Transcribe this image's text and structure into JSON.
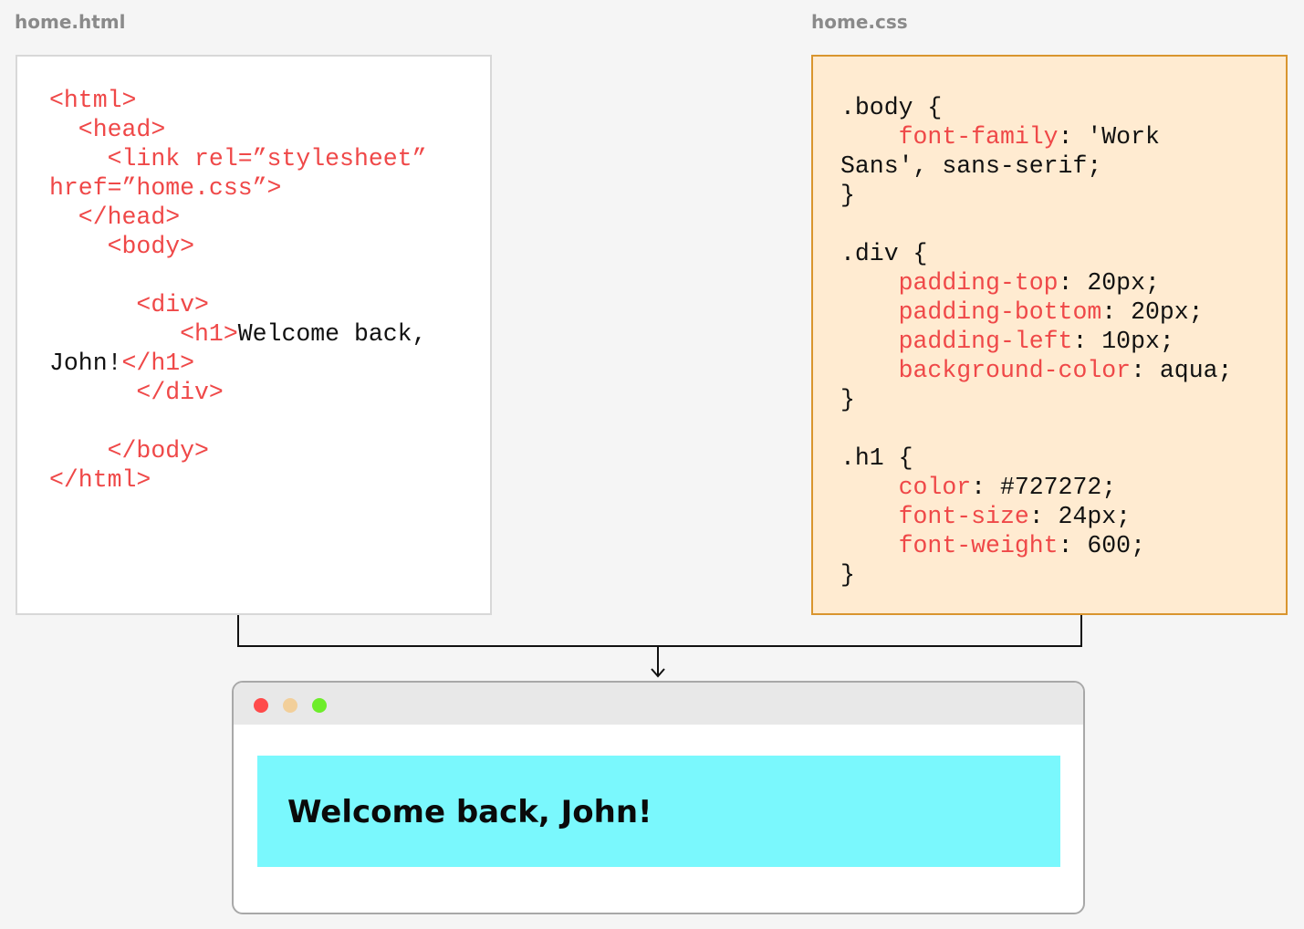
{
  "html_file": {
    "name": "home.html",
    "lines": [
      [
        {
          "t": "<html>",
          "k": "tag"
        }
      ],
      [
        {
          "t": "  <head>",
          "k": "tag"
        }
      ],
      [
        {
          "t": "    <link rel=”stylesheet”",
          "k": "tag"
        }
      ],
      [
        {
          "t": "href=”home.css”>",
          "k": "tag"
        }
      ],
      [
        {
          "t": "  </head>",
          "k": "tag"
        }
      ],
      [
        {
          "t": "    <body>",
          "k": "tag"
        }
      ],
      [
        {
          "t": "",
          "k": "plain"
        }
      ],
      [
        {
          "t": "      <div>",
          "k": "tag"
        }
      ],
      [
        {
          "t": "         <h1>",
          "k": "tag"
        },
        {
          "t": "Welcome back,",
          "k": "plain"
        }
      ],
      [
        {
          "t": "John!",
          "k": "plain"
        },
        {
          "t": "</h1>",
          "k": "tag"
        }
      ],
      [
        {
          "t": "      </div>",
          "k": "tag"
        }
      ],
      [
        {
          "t": "",
          "k": "plain"
        }
      ],
      [
        {
          "t": "    </body>",
          "k": "tag"
        }
      ],
      [
        {
          "t": "</html>",
          "k": "tag"
        }
      ]
    ]
  },
  "css_file": {
    "name": "home.css",
    "lines": [
      [
        {
          "t": ".body {",
          "k": "plain"
        }
      ],
      [
        {
          "t": "    ",
          "k": "plain"
        },
        {
          "t": "font-family",
          "k": "prop"
        },
        {
          "t": ": 'Work",
          "k": "plain"
        }
      ],
      [
        {
          "t": "Sans', sans-serif;",
          "k": "plain"
        }
      ],
      [
        {
          "t": "}",
          "k": "plain"
        }
      ],
      [
        {
          "t": "",
          "k": "plain"
        }
      ],
      [
        {
          "t": ".div {",
          "k": "plain"
        }
      ],
      [
        {
          "t": "    ",
          "k": "plain"
        },
        {
          "t": "padding-top",
          "k": "prop"
        },
        {
          "t": ": 20px;",
          "k": "plain"
        }
      ],
      [
        {
          "t": "    ",
          "k": "plain"
        },
        {
          "t": "padding-bottom",
          "k": "prop"
        },
        {
          "t": ": 20px;",
          "k": "plain"
        }
      ],
      [
        {
          "t": "    ",
          "k": "plain"
        },
        {
          "t": "padding-left",
          "k": "prop"
        },
        {
          "t": ": 10px;",
          "k": "plain"
        }
      ],
      [
        {
          "t": "    ",
          "k": "plain"
        },
        {
          "t": "background-color",
          "k": "prop"
        },
        {
          "t": ": aqua;",
          "k": "plain"
        }
      ],
      [
        {
          "t": "}",
          "k": "plain"
        }
      ],
      [
        {
          "t": "",
          "k": "plain"
        }
      ],
      [
        {
          "t": ".h1 {",
          "k": "plain"
        }
      ],
      [
        {
          "t": "    ",
          "k": "plain"
        },
        {
          "t": "color",
          "k": "prop"
        },
        {
          "t": ": #727272;",
          "k": "plain"
        }
      ],
      [
        {
          "t": "    ",
          "k": "plain"
        },
        {
          "t": "font-size",
          "k": "prop"
        },
        {
          "t": ": 24px;",
          "k": "plain"
        }
      ],
      [
        {
          "t": "    ",
          "k": "plain"
        },
        {
          "t": "font-weight",
          "k": "prop"
        },
        {
          "t": ": 600;",
          "k": "plain"
        }
      ],
      [
        {
          "t": "}",
          "k": "plain"
        }
      ]
    ]
  },
  "browser_preview": {
    "window_controls": [
      "close-dot",
      "minimize-dot",
      "maximize-dot"
    ],
    "heading": "Welcome back, John!"
  },
  "colors": {
    "code_keyword": "#ef4848",
    "code_text": "#111111",
    "css_panel_bg": "#ffebd1",
    "css_panel_border": "#d9952e",
    "preview_bg": "#7af8fd"
  }
}
